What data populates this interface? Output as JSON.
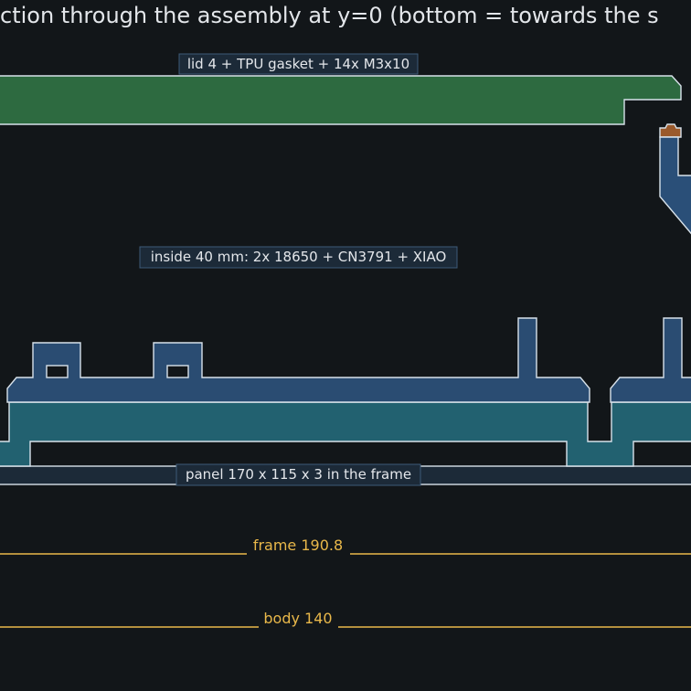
{
  "title": "ction through the assembly at y=0   (bottom = towards the s",
  "labels": {
    "lid": "lid 4 + TPU gasket + 14x M3x10",
    "inside": "inside 40 mm: 2x 18650 + CN3791 + XIAO",
    "panel": "panel 170 x 115 x 3 in the frame",
    "frame_dim": "frame 190.8",
    "body_dim": "body 140"
  },
  "colors": {
    "background": "#121619",
    "lid": "#2d6a40",
    "frame": "#2a4c72",
    "body": "#226170",
    "panel": "#1c2a38",
    "bracket": "#2a4f78",
    "screw_cap": "#9a5a2c",
    "dimension": "#e9b84a",
    "outline": "#d8e2ea",
    "label_bg": "#1c2a38",
    "label_border": "#3d5a78",
    "text": "#e3e6ea"
  }
}
